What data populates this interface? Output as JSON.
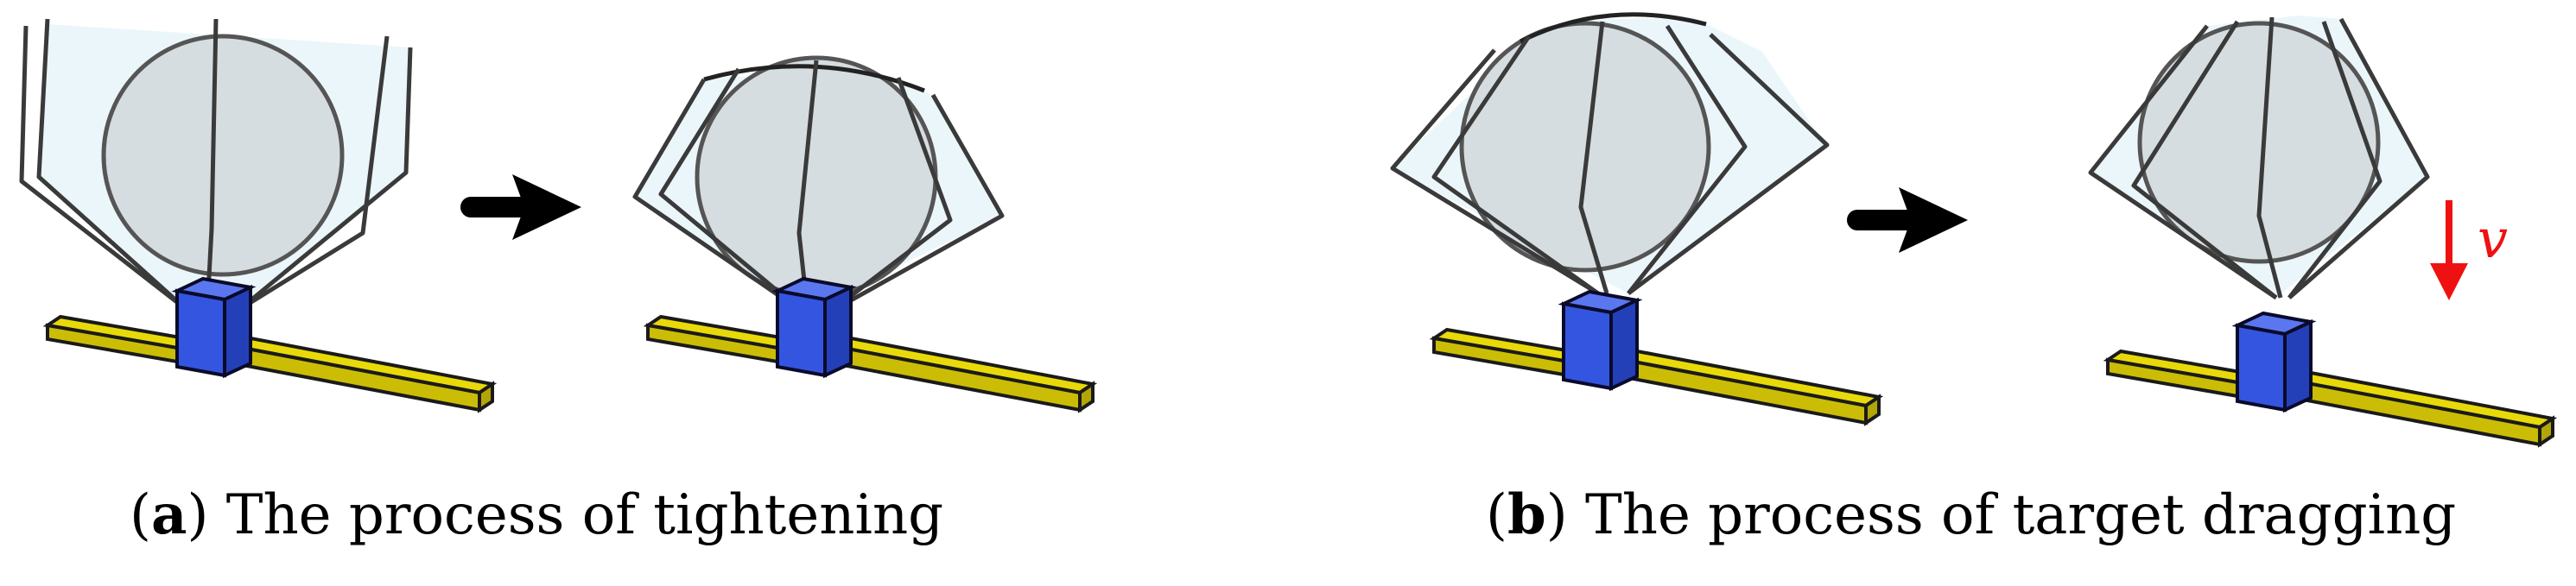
{
  "captions": {
    "a": {
      "open": "(",
      "label": "a",
      "close": ")",
      "text": " The process of tightening"
    },
    "b": {
      "open": "(",
      "label": "b",
      "close": ")",
      "text": " The process of target dragging"
    }
  },
  "velocity_label": "v",
  "colors": {
    "rail": "#e2d20a",
    "rail_edge": "#1a1a1a",
    "block": "#3355e0",
    "target": "#d6dde0",
    "net": "#e8f4f9",
    "arrow": "#000000",
    "velocity_arrow": "#ee1111"
  }
}
